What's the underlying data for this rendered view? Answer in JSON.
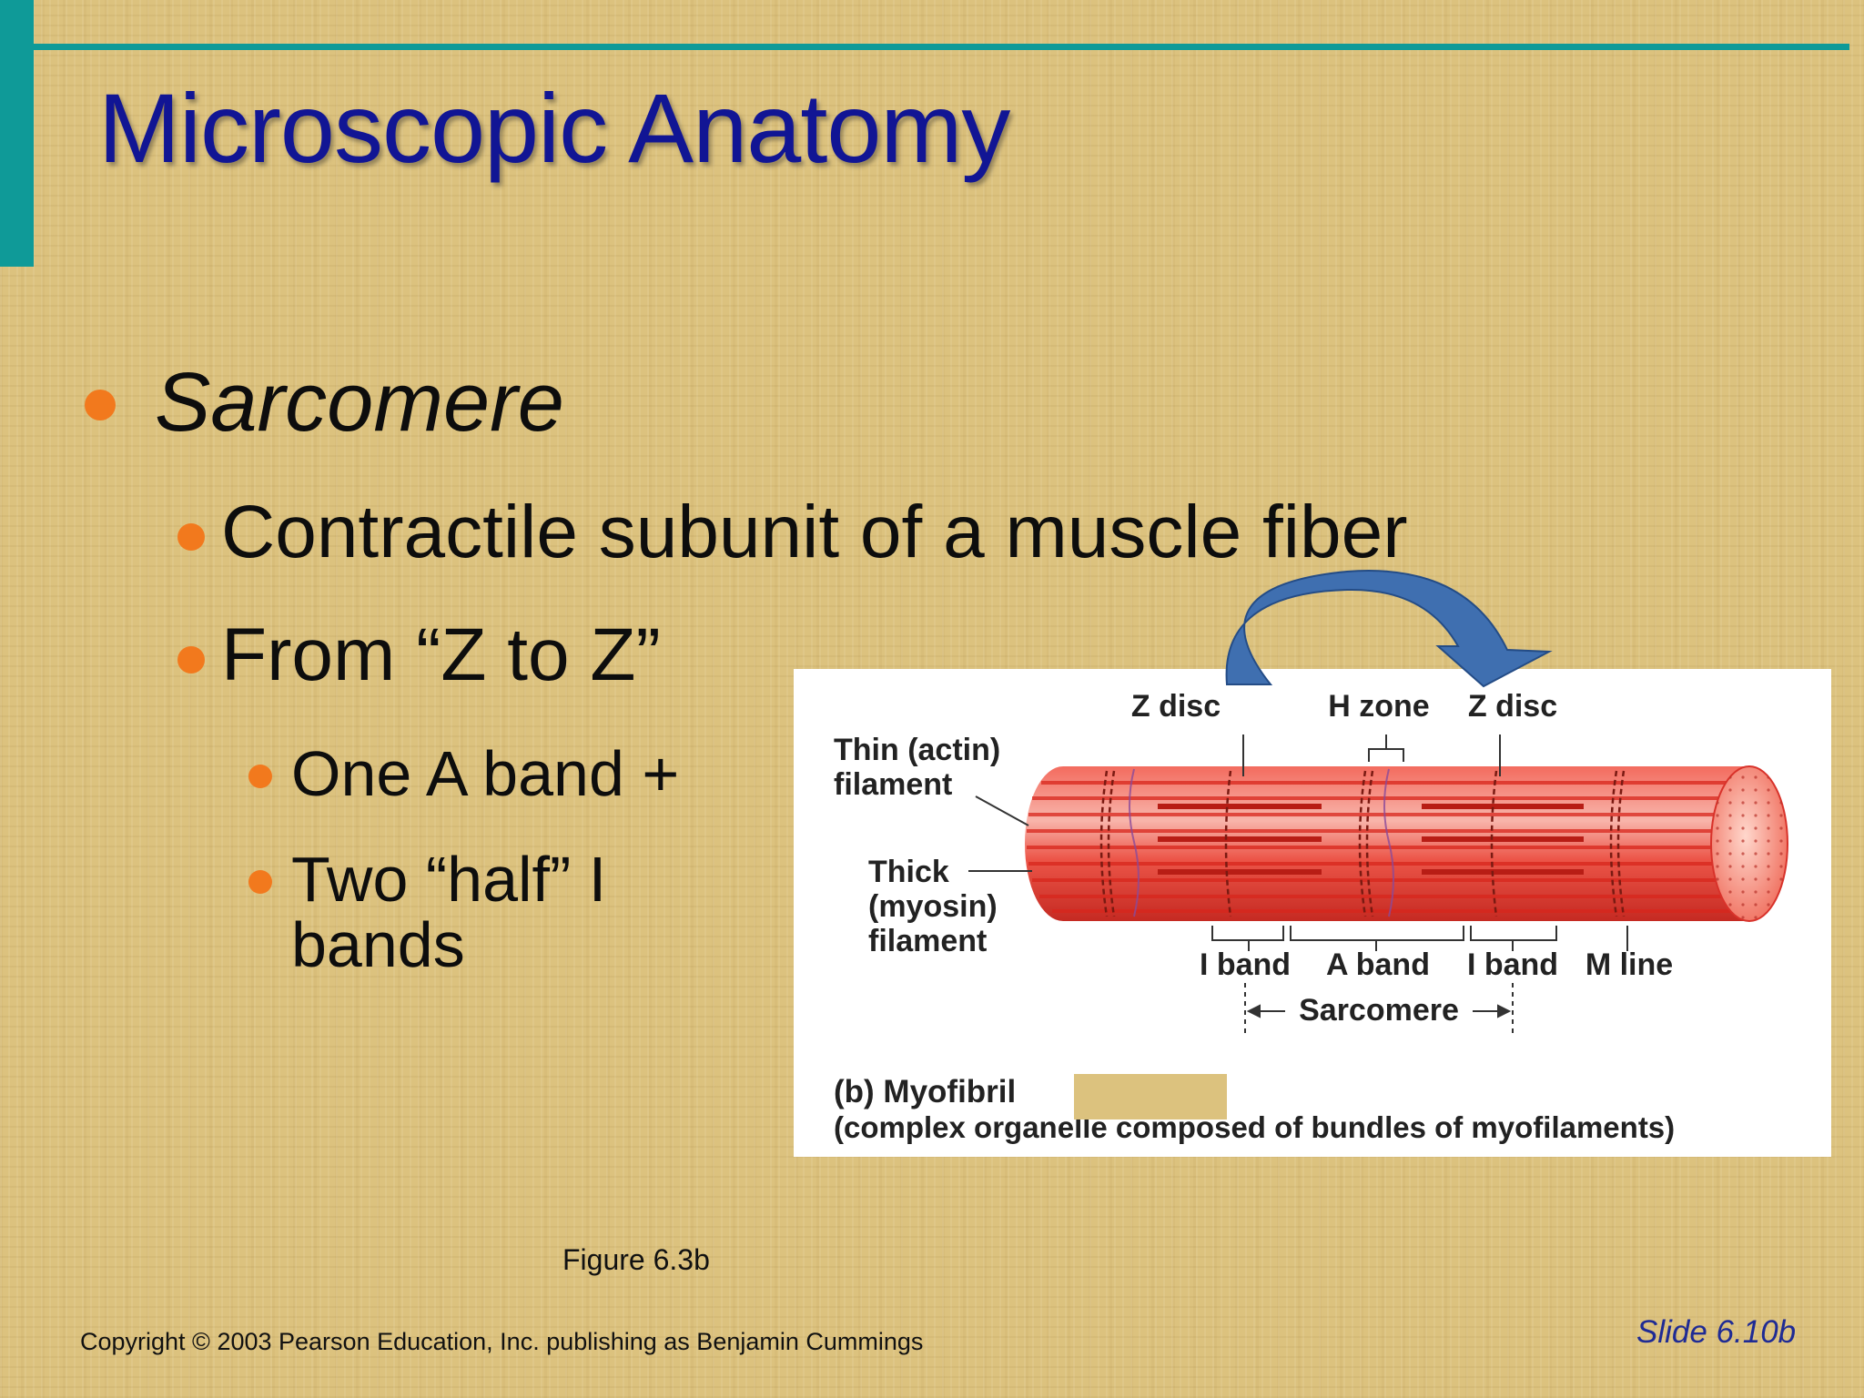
{
  "slide": {
    "title": "Microscopic Anatomy",
    "bullets": {
      "level1": "Sarcomere",
      "level2": [
        "Contractile subunit of a muscle fiber",
        "From “Z to Z”"
      ],
      "level3": [
        "One A band +",
        "Two “half” I",
        "bands"
      ]
    },
    "figure_ref": "Figure 6.3b",
    "copyright": "Copyright © 2003 Pearson Education, Inc. publishing as Benjamin Cummings",
    "slide_number": "Slide 6.10b"
  },
  "figure": {
    "labels": {
      "z_disc_left": "Z disc",
      "h_zone": "H zone",
      "z_disc_right": "Z disc",
      "thin_line1": "Thin (actin)",
      "thin_line2": "filament",
      "thick_line1": "Thick",
      "thick_line2": "(myosin)",
      "thick_line3": "filament",
      "i_band_left": "I band",
      "a_band": "A band",
      "i_band_right": "I band",
      "m_line": "M line",
      "sarcomere": "Sarcomere"
    },
    "caption_title": "(b) Myofibril",
    "caption_sub": "(complex organelle composed of bundles of myofilaments)"
  },
  "colors": {
    "teal_accent": "#0f9a98",
    "title_blue": "#111594",
    "bullet_orange": "#f2791d",
    "arrow_blue": "#3f6fb0",
    "myofibril_red": "#e8453a"
  }
}
